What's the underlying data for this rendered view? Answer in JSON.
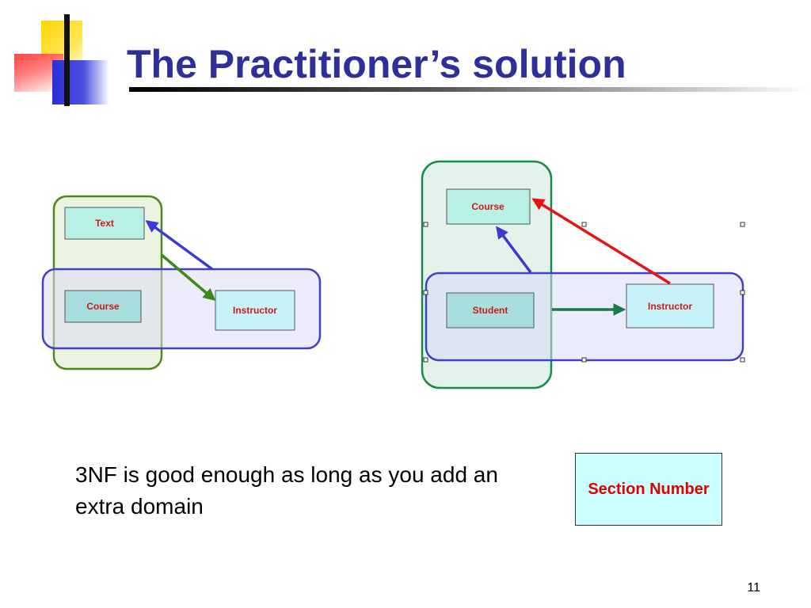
{
  "slide": {
    "title": "The Practitioner’s solution",
    "caption": "3NF is good enough as long as you add an extra domain",
    "section_label": "Section Number",
    "number": "11"
  },
  "left_diagram": {
    "text_label": "Text",
    "course_label": "Course",
    "instructor_label": "Instructor"
  },
  "right_diagram": {
    "course_label": "Course",
    "student_label": "Student",
    "instructor_label": "Instructor"
  },
  "colors": {
    "title": "#2f2f9a",
    "label_red": "#cc1a1a",
    "green_outline": "#4a8a1a",
    "dark_green_outline": "#1a8a4a",
    "blue_outline": "#4040c8",
    "arrow_blue": "#3a3ad0",
    "arrow_green": "#3a8a1a",
    "arrow_red": "#e81414",
    "box_fill": "#b8f0ec"
  }
}
